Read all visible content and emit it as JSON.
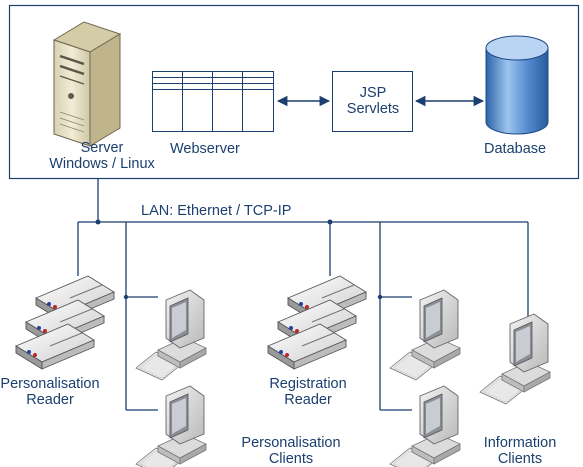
{
  "server": {
    "line1": "Server",
    "line2": "Windows / Linux"
  },
  "webserver": {
    "label": "Webserver"
  },
  "jsp": {
    "line1": "JSP",
    "line2": "Servlets"
  },
  "database": {
    "label": "Database"
  },
  "lan": {
    "label": "LAN: Ethernet / TCP-IP"
  },
  "personalisation_reader": {
    "line1": "Personalisation",
    "line2": "Reader"
  },
  "registration_reader": {
    "line1": "Registration",
    "line2": "Reader"
  },
  "personalisation_clients": {
    "line1": "Personalisation",
    "line2": "Clients"
  },
  "information_clients": {
    "line1": "Information",
    "line2": "Clients"
  },
  "colors": {
    "line": "#1b3f6e",
    "text": "#1b3f6e",
    "db_blue": "#5b8fd0",
    "tower": "#e6dfc2"
  }
}
